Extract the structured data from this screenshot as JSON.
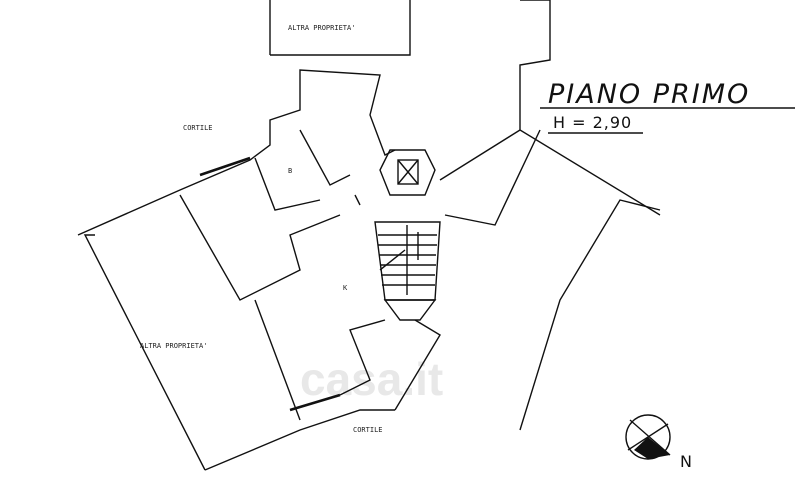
{
  "plan": {
    "title": "PIANO PRIMO",
    "height_label": "H = 2,90",
    "labels": {
      "top_property": "ALTRA PROPRIETA'",
      "top_courtyard": "CORTILE",
      "room_b": "B",
      "room_k": "K",
      "left_property": "ALTRA PROPRIETA'",
      "bottom_courtyard": "CORTILE"
    },
    "north": "N",
    "watermark": "casa.it"
  }
}
